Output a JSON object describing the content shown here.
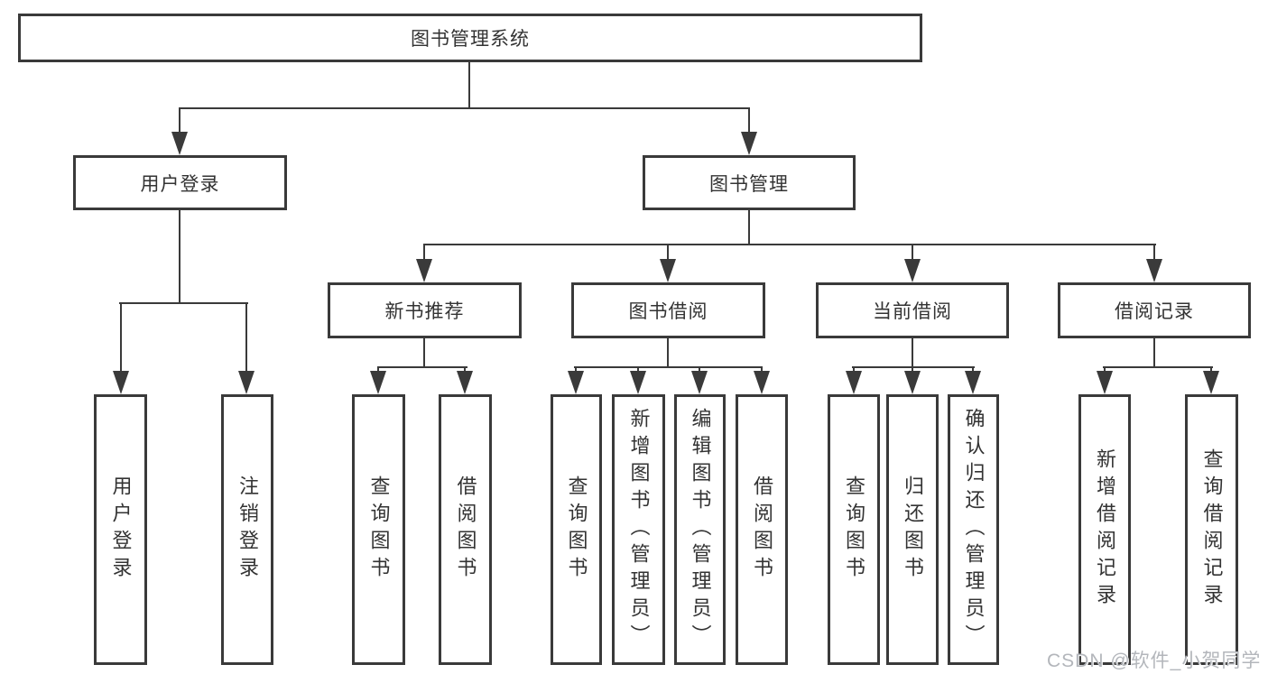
{
  "diagram": {
    "type": "hierarchy-tree",
    "nodes": {
      "root": "图书管理系统",
      "user_login": "用户登录",
      "book_mgmt": "图书管理",
      "new_book_rec": "新书推荐",
      "book_borrow": "图书借阅",
      "current_borrow": "当前借阅",
      "borrow_records": "借阅记录",
      "leaf_user_login": "用户登录",
      "leaf_logout": "注销登录",
      "leaf_nb_query": "查询图书",
      "leaf_nb_borrow": "借阅图书",
      "leaf_bb_query": "查询图书",
      "leaf_bb_add": "新增图书（管理员）",
      "leaf_bb_edit": "编辑图书（管理员）",
      "leaf_bb_borrow": "借阅图书",
      "leaf_cb_query": "查询图书",
      "leaf_cb_return": "归还图书",
      "leaf_cb_confirm": "确认归还（管理员）",
      "leaf_br_add": "新增借阅记录",
      "leaf_br_query": "查询借阅记录"
    },
    "edges": [
      [
        "图书管理系统",
        "用户登录"
      ],
      [
        "图书管理系统",
        "图书管理"
      ],
      [
        "用户登录",
        "用户登录"
      ],
      [
        "用户登录",
        "注销登录"
      ],
      [
        "图书管理",
        "新书推荐"
      ],
      [
        "图书管理",
        "图书借阅"
      ],
      [
        "图书管理",
        "当前借阅"
      ],
      [
        "图书管理",
        "借阅记录"
      ],
      [
        "新书推荐",
        "查询图书"
      ],
      [
        "新书推荐",
        "借阅图书"
      ],
      [
        "图书借阅",
        "查询图书"
      ],
      [
        "图书借阅",
        "新增图书（管理员）"
      ],
      [
        "图书借阅",
        "编辑图书（管理员）"
      ],
      [
        "图书借阅",
        "借阅图书"
      ],
      [
        "当前借阅",
        "查询图书"
      ],
      [
        "当前借阅",
        "归还图书"
      ],
      [
        "当前借阅",
        "确认归还（管理员）"
      ],
      [
        "借阅记录",
        "新增借阅记录"
      ],
      [
        "借阅记录",
        "查询借阅记录"
      ]
    ],
    "colors": {
      "line": "#3a3a3a",
      "box_fill": "#ffffff",
      "text": "#333333",
      "watermark_text": "#b3b6bb"
    },
    "watermark": "CSDN @软件_小贺同学"
  }
}
